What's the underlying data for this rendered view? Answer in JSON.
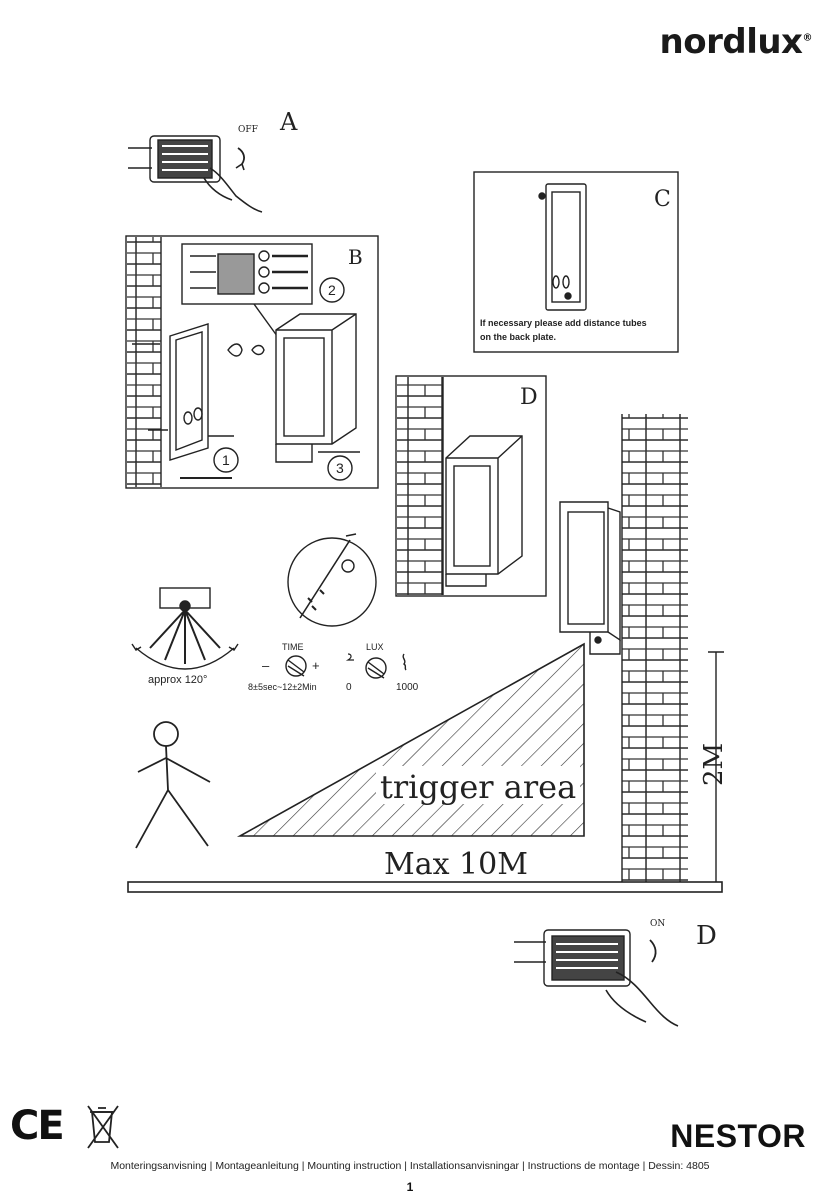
{
  "brand": {
    "name": "nordlux",
    "mark": "®"
  },
  "steps": {
    "a": {
      "letter": "A",
      "switch": "OFF"
    },
    "b": {
      "letter": "B",
      "n1": "1",
      "n2": "2",
      "n3": "3"
    },
    "c": {
      "letter": "C",
      "note_line1": "If necessary please add distance tubes",
      "note_line2": "on the back plate."
    },
    "d1": {
      "letter": "D"
    },
    "d2": {
      "letter": "D",
      "switch": "ON"
    }
  },
  "sensor": {
    "angle": "approx 120°",
    "time_label": "TIME",
    "time_minus": "–",
    "time_plus": "+",
    "time_range": "8±5sec~12±2Min",
    "lux_label": "LUX",
    "lux_min": "0",
    "lux_max": "1000"
  },
  "scene": {
    "trigger": "trigger area",
    "distance": "Max 10M",
    "height": "2M"
  },
  "footer": {
    "product": "NESTOR",
    "languages": "Monteringsanvisning | Montageanleitung | Mounting instruction | Installationsanvisningar | Instructions de montage | Dessin: 4805",
    "page": "1",
    "ce": "CE"
  }
}
